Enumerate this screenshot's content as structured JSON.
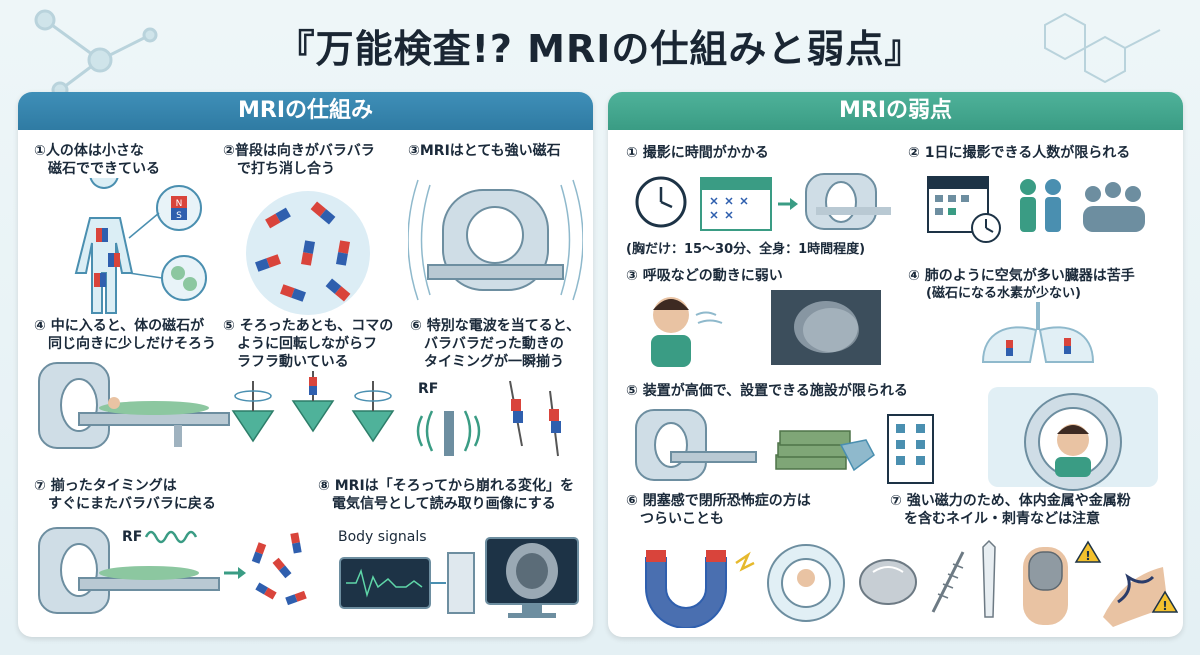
{
  "title": "『万能検査!? MRIの仕組みと弱点』",
  "left": {
    "header": "MRIの仕組み",
    "items": [
      {
        "caption": "①人の体は小さな\n　磁石でできている"
      },
      {
        "caption": "②普段は向きがバラバラ\n　で打ち消し合う"
      },
      {
        "caption": "③MRIはとても強い磁石"
      },
      {
        "caption": "④ 中に入ると、体の磁石が\n　同じ向きに少しだけそろう"
      },
      {
        "caption": "⑤ そろったあとも、コマの\n　ように回転しながらフ\n　ラフラ動いている"
      },
      {
        "caption": "⑥ 特別な電波を当てると、\n　バラバラだった動きの\n　タイミングが一瞬揃う"
      },
      {
        "caption": "⑦ 揃ったタイミングは\n　すぐにまたバラバラに戻る"
      },
      {
        "caption": "⑧ MRIは「そろってから崩れる変化」を\n　電気信号として読み取り画像にする"
      }
    ],
    "rf_label_1": "RF",
    "rf_label_2": "RF",
    "body_signals": "Body signals"
  },
  "right": {
    "header": "MRIの弱点",
    "items": [
      {
        "caption": "① 撮影に時間がかかる",
        "sub": "(胸だけ：15〜30分、全身：1時間程度)"
      },
      {
        "caption": "② 1日に撮影できる人数が限られる"
      },
      {
        "caption": "③ 呼吸などの動きに弱い"
      },
      {
        "caption": "④ 肺のように空気が多い臓器は苦手",
        "sub": "(磁石になる水素が少ない)"
      },
      {
        "caption": "⑤ 装置が高価で、設置できる施設が限られる"
      },
      {
        "caption": "⑥ 閉塞感で閉所恐怖症の方は\n　つらいことも"
      },
      {
        "caption": "⑦ 強い磁力のため、体内金属や金属粉\n　を含むネイル・刺青などは注意"
      }
    ]
  },
  "magnet_letters": {
    "n": "N",
    "s": "S"
  },
  "colors": {
    "left_header": "#2f7ba3",
    "right_header": "#3a9c84",
    "magnet_red": "#d9443b",
    "magnet_blue": "#2f5fae",
    "teal": "#3a9c84"
  }
}
